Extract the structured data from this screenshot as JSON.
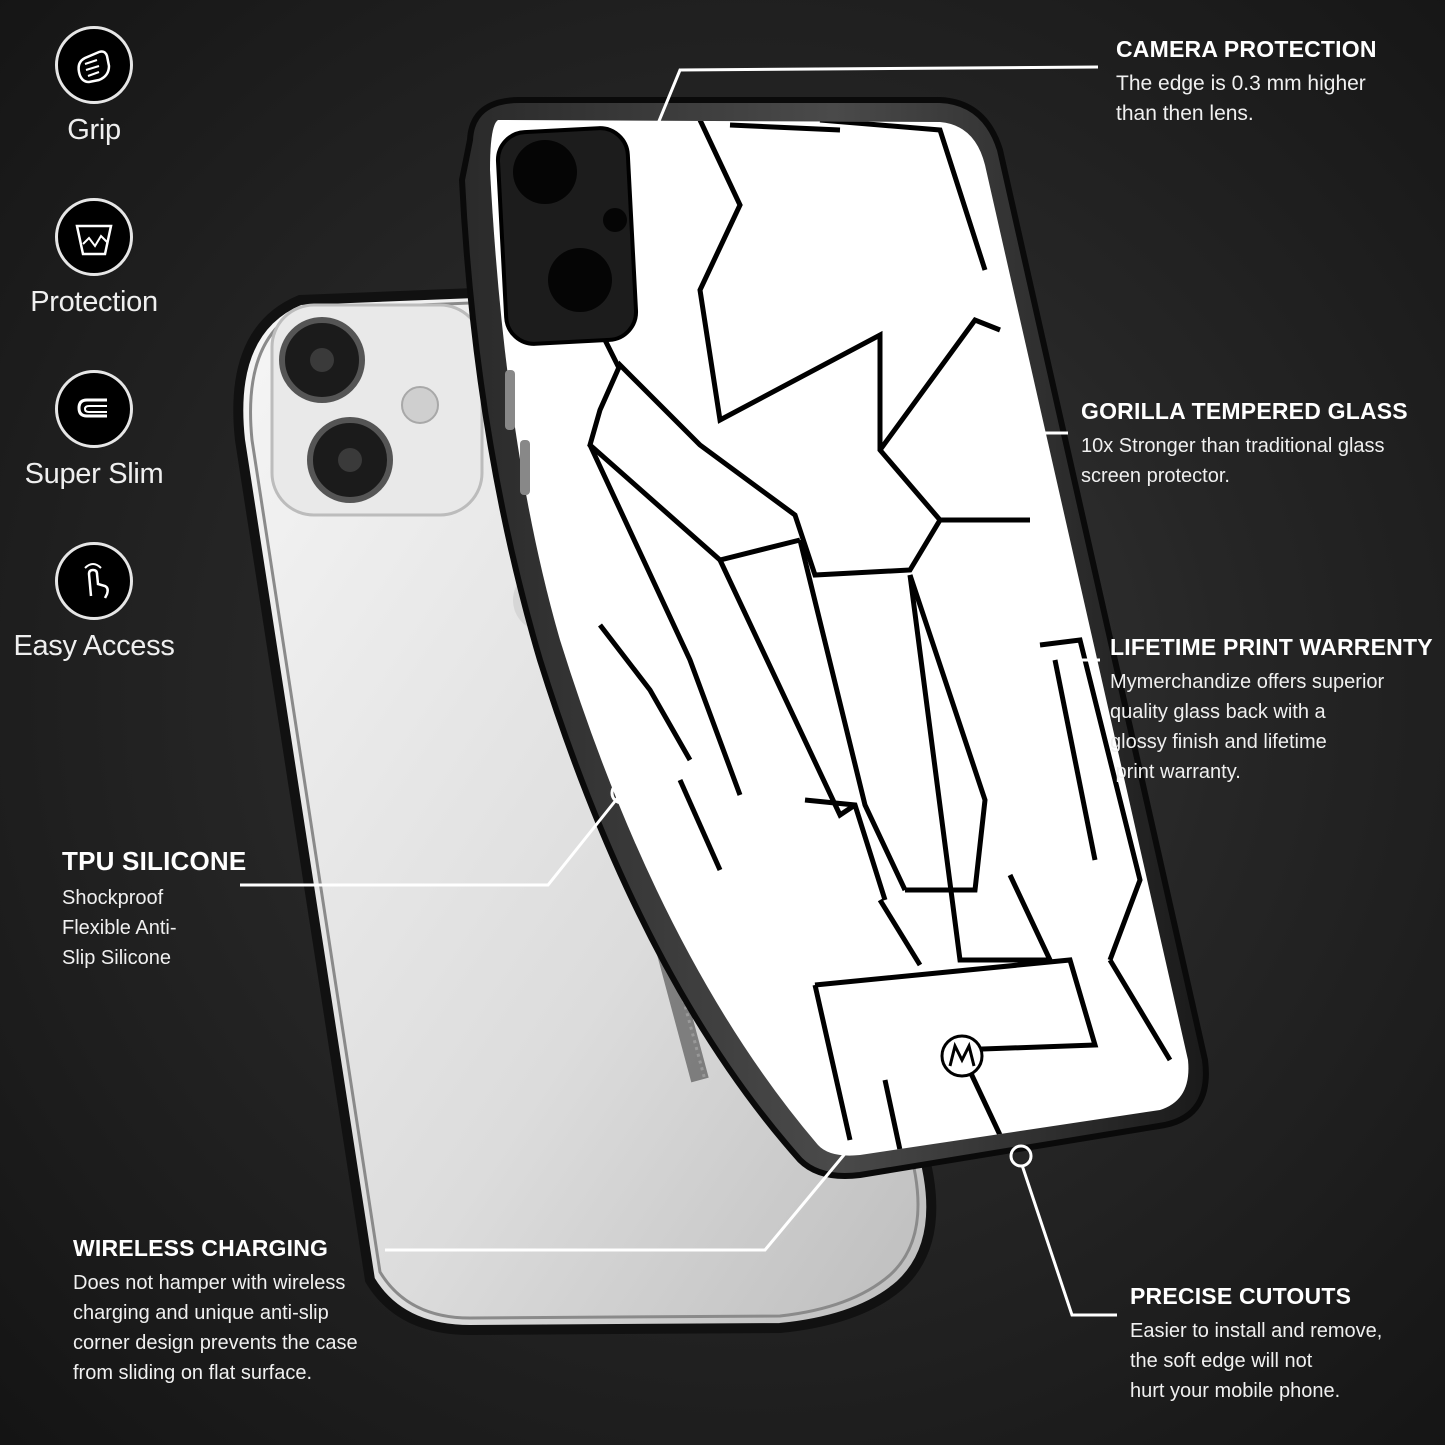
{
  "features": [
    {
      "label": "Grip",
      "icon": "grip-hand-icon"
    },
    {
      "label": "Protection",
      "icon": "shield-impact-icon"
    },
    {
      "label": "Super Slim",
      "icon": "slim-case-icon"
    },
    {
      "label": "Easy Access",
      "icon": "finger-touch-icon"
    }
  ],
  "callouts": {
    "camera": {
      "title": "CAMERA PROTECTION",
      "lines": [
        "The edge is 0.3 mm higher",
        "than then lens."
      ]
    },
    "gorilla": {
      "title": "GORILLA TEMPERED GLASS",
      "lines": [
        "10x Stronger than traditional glass",
        "screen protector."
      ]
    },
    "lifetime": {
      "title": "LIFETIME PRINT WARRENTY",
      "lines": [
        "Mymerchandize offers superior",
        "quality glass back with a",
        "glossy finish and lifetime",
        " print warranty."
      ]
    },
    "tpu": {
      "title": "TPU SILICONE",
      "lines": [
        "Shockproof",
        "Flexible Anti-",
        "Slip Silicone"
      ]
    },
    "wireless": {
      "title": "WIRELESS CHARGING",
      "lines": [
        "Does not hamper with wireless",
        "charging and unique anti-slip",
        "corner design prevents the case",
        "from sliding on flat surface."
      ]
    },
    "cutouts": {
      "title": "PRECISE CUTOUTS",
      "lines": [
        "Easier to install and remove,",
        "the soft edge will not",
        "hurt your mobile phone."
      ]
    }
  },
  "colors": {
    "background": "#262626",
    "text": "#ffffff",
    "case_print": "#ffffff",
    "pattern_lines": "#000000"
  }
}
